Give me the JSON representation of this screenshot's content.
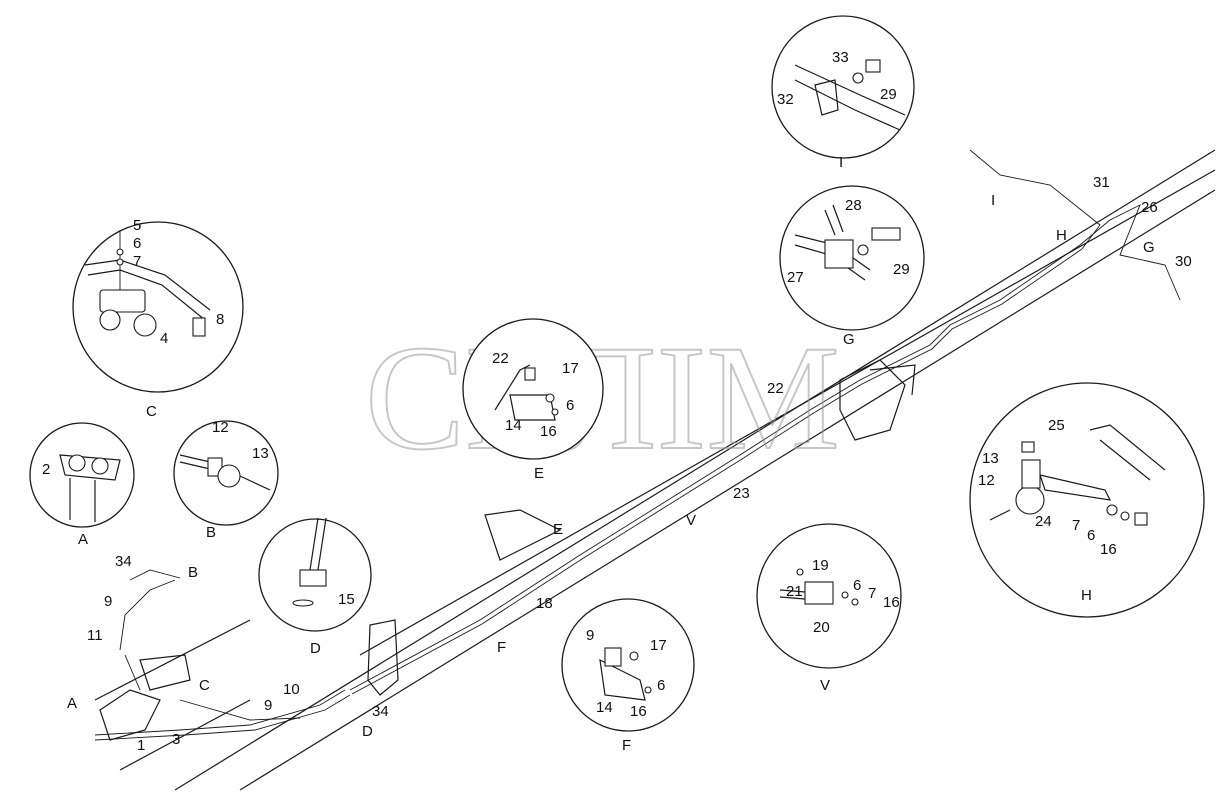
{
  "watermark": "СЕЛІМ",
  "details": {
    "C": {
      "label": "C",
      "callouts": [
        "5",
        "6",
        "7",
        "8",
        "4"
      ]
    },
    "A": {
      "label": "A",
      "callouts": [
        "2"
      ]
    },
    "B": {
      "label": "B",
      "callouts": [
        "12",
        "13"
      ]
    },
    "D": {
      "label": "D",
      "callouts": [
        "15"
      ]
    },
    "E": {
      "label": "E",
      "callouts": [
        "22",
        "17",
        "6",
        "16",
        "14"
      ]
    },
    "F": {
      "label": "F",
      "callouts": [
        "9",
        "17",
        "6",
        "14",
        "16"
      ]
    },
    "V": {
      "label": "V",
      "callouts": [
        "19",
        "21",
        "6",
        "7",
        "16",
        "20"
      ]
    },
    "I": {
      "label": "I",
      "callouts": [
        "33",
        "32",
        "29"
      ]
    },
    "G": {
      "label": "G",
      "callouts": [
        "28",
        "27",
        "29"
      ]
    },
    "H": {
      "label": "H",
      "callouts": [
        "25",
        "13",
        "12",
        "24",
        "7",
        "6",
        "16"
      ]
    }
  },
  "main_callouts": [
    "34",
    "B",
    "9",
    "11",
    "A",
    "C",
    "1",
    "3",
    "9",
    "10",
    "34",
    "D",
    "18",
    "F",
    "E",
    "V",
    "23",
    "22",
    "I",
    "31",
    "H",
    "26",
    "G",
    "30"
  ]
}
